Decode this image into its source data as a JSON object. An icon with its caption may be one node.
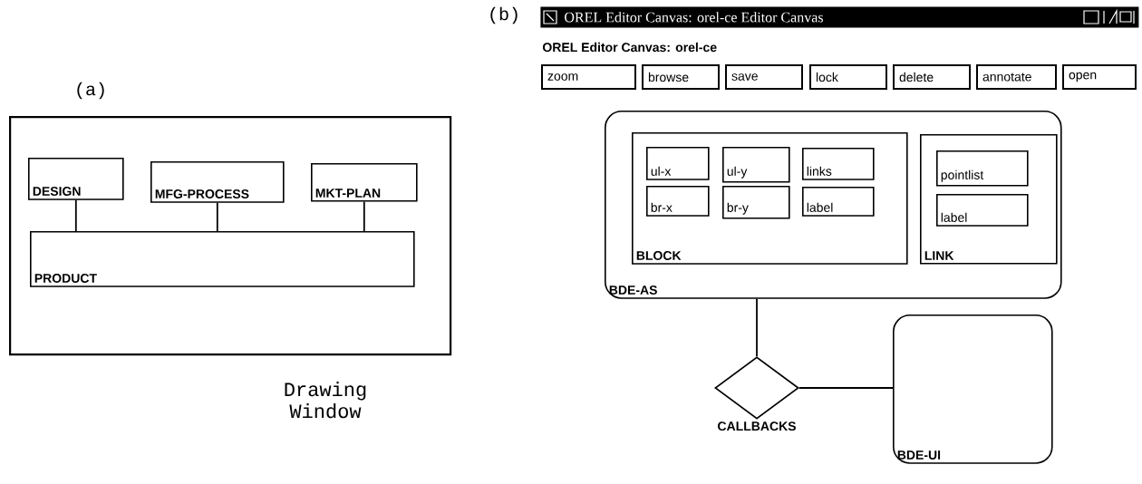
{
  "diagram": {
    "nodes": [
      {
        "text": [],
        "shape": "box",
        "beside": [
          "Drawing Window"
        ]
      },
      {
        "text": [
          "DESIGN"
        ],
        "in": 0
      },
      {
        "text": [
          "MFG-PROCESS"
        ],
        "in": 0
      },
      {
        "text": [
          "MKT-PLAN"
        ],
        "in": 0
      },
      {
        "text": [
          "PRODUCT"
        ],
        "in": 0
      },
      {
        "text": [
          "OREL Editor Canvas: orel-ce Editor Canvas"
        ]
      },
      {
        "text": [
          "zoom"
        ]
      },
      {
        "text": [
          "browse"
        ]
      },
      {
        "text": [
          "save"
        ]
      },
      {
        "text": [
          "lock"
        ]
      },
      {
        "text": [
          "delete"
        ]
      },
      {
        "text": [
          "annotate"
        ]
      },
      {
        "text": [
          "open"
        ]
      },
      {
        "text": [
          "BDE-AS"
        ]
      },
      {
        "text": [
          "BLOCK"
        ],
        "in": 13
      },
      {
        "text": [
          "ul-x"
        ],
        "in": 14
      },
      {
        "text": [
          "ul-y"
        ],
        "in": 14
      },
      {
        "text": [
          "links"
        ],
        "in": 14
      },
      {
        "text": [
          "br-x"
        ],
        "in": 14
      },
      {
        "text": [
          "br-y"
        ],
        "in": 14
      },
      {
        "text": [
          "label"
        ],
        "in": 14
      },
      {
        "text": [
          "LINK"
        ],
        "in": 13
      },
      {
        "text": [
          "pointlist"
        ],
        "in": 21
      },
      {
        "text": [
          "label"
        ],
        "in": 21
      },
      {
        "text": [
          "CALLBACKS"
        ]
      },
      {
        "text": [
          "BDE-UI"
        ]
      }
    ],
    "edges": [
      {
        "from": 1,
        "to": 4,
        "arrow": "none"
      },
      {
        "from": 2,
        "to": 4,
        "arrow": "none"
      },
      {
        "from": 3,
        "to": 4,
        "arrow": "none"
      },
      {
        "from": 13,
        "to": 24,
        "arrow": "none"
      },
      {
        "from": 24,
        "to": 25,
        "arrow": "none"
      }
    ],
    "labels": [
      "(a)",
      "(b)",
      "OREL Editor Canvas: orel-ce"
    ]
  }
}
